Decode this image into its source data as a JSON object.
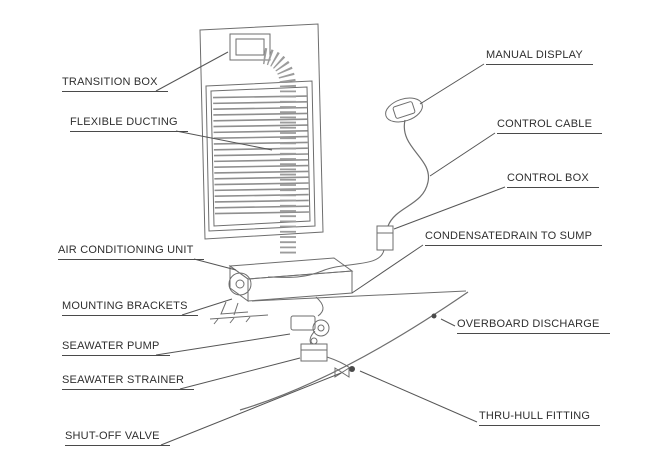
{
  "diagram": {
    "kind": "technical line diagram",
    "subject": "marine air conditioning system installation"
  },
  "colors": {
    "line": "#6e6e6e",
    "leader": "#555555",
    "duct": "#9c9c9c",
    "label_text": "#2f2f2f"
  },
  "labels": {
    "transition_box": "TRANSITION BOX",
    "flexible_ducting": "FLEXIBLE DUCTING",
    "manual_display": "MANUAL DISPLAY",
    "control_cable": "CONTROL CABLE",
    "control_box": "CONTROL BOX",
    "air_conditioning_unit": "AIR CONDITIONING UNIT",
    "condensate_drain": "CONDENSATEDRAIN TO SUMP",
    "mounting_brackets": "MOUNTING BRACKETS",
    "overboard_discharge": "OVERBOARD DISCHARGE",
    "seawater_pump": "SEAWATER PUMP",
    "seawater_strainer": "SEAWATER STRAINER",
    "thru_hull_fitting": "THRU-HULL FITTING",
    "shut_off_valve": "SHUT-OFF VALVE"
  }
}
